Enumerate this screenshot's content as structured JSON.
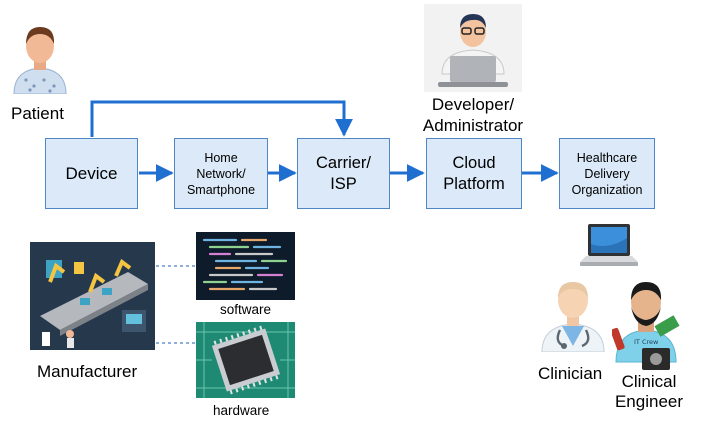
{
  "nodes": {
    "device": {
      "line1": "Device"
    },
    "home_network": {
      "line1": "Home",
      "line2": "Network/",
      "line3": "Smartphone"
    },
    "carrier": {
      "line1": "Carrier/",
      "line2": "ISP"
    },
    "cloud": {
      "line1": "Cloud",
      "line2": "Platform"
    },
    "hdo": {
      "line1": "Healthcare",
      "line2": "Delivery",
      "line3": "Organization"
    }
  },
  "actors": {
    "patient": "Patient",
    "developer_line1": "Developer/",
    "developer_line2": "Administrator",
    "manufacturer": "Manufacturer",
    "software": "software",
    "hardware": "hardware",
    "clinician": "Clinician",
    "engineer_line1": "Clinical",
    "engineer_line2": "Engineer"
  },
  "icons": [
    "patient-icon",
    "developer-laptop-icon",
    "factory-line-icon",
    "code-screen-icon",
    "microchip-icon",
    "laptop-icon",
    "doctor-icon",
    "it-crew-icon"
  ],
  "colors": {
    "box_fill": "#dbe9f8",
    "box_border": "#4f86c6",
    "arrow": "#1f6fd1",
    "dashed": "#4a7fc0"
  }
}
